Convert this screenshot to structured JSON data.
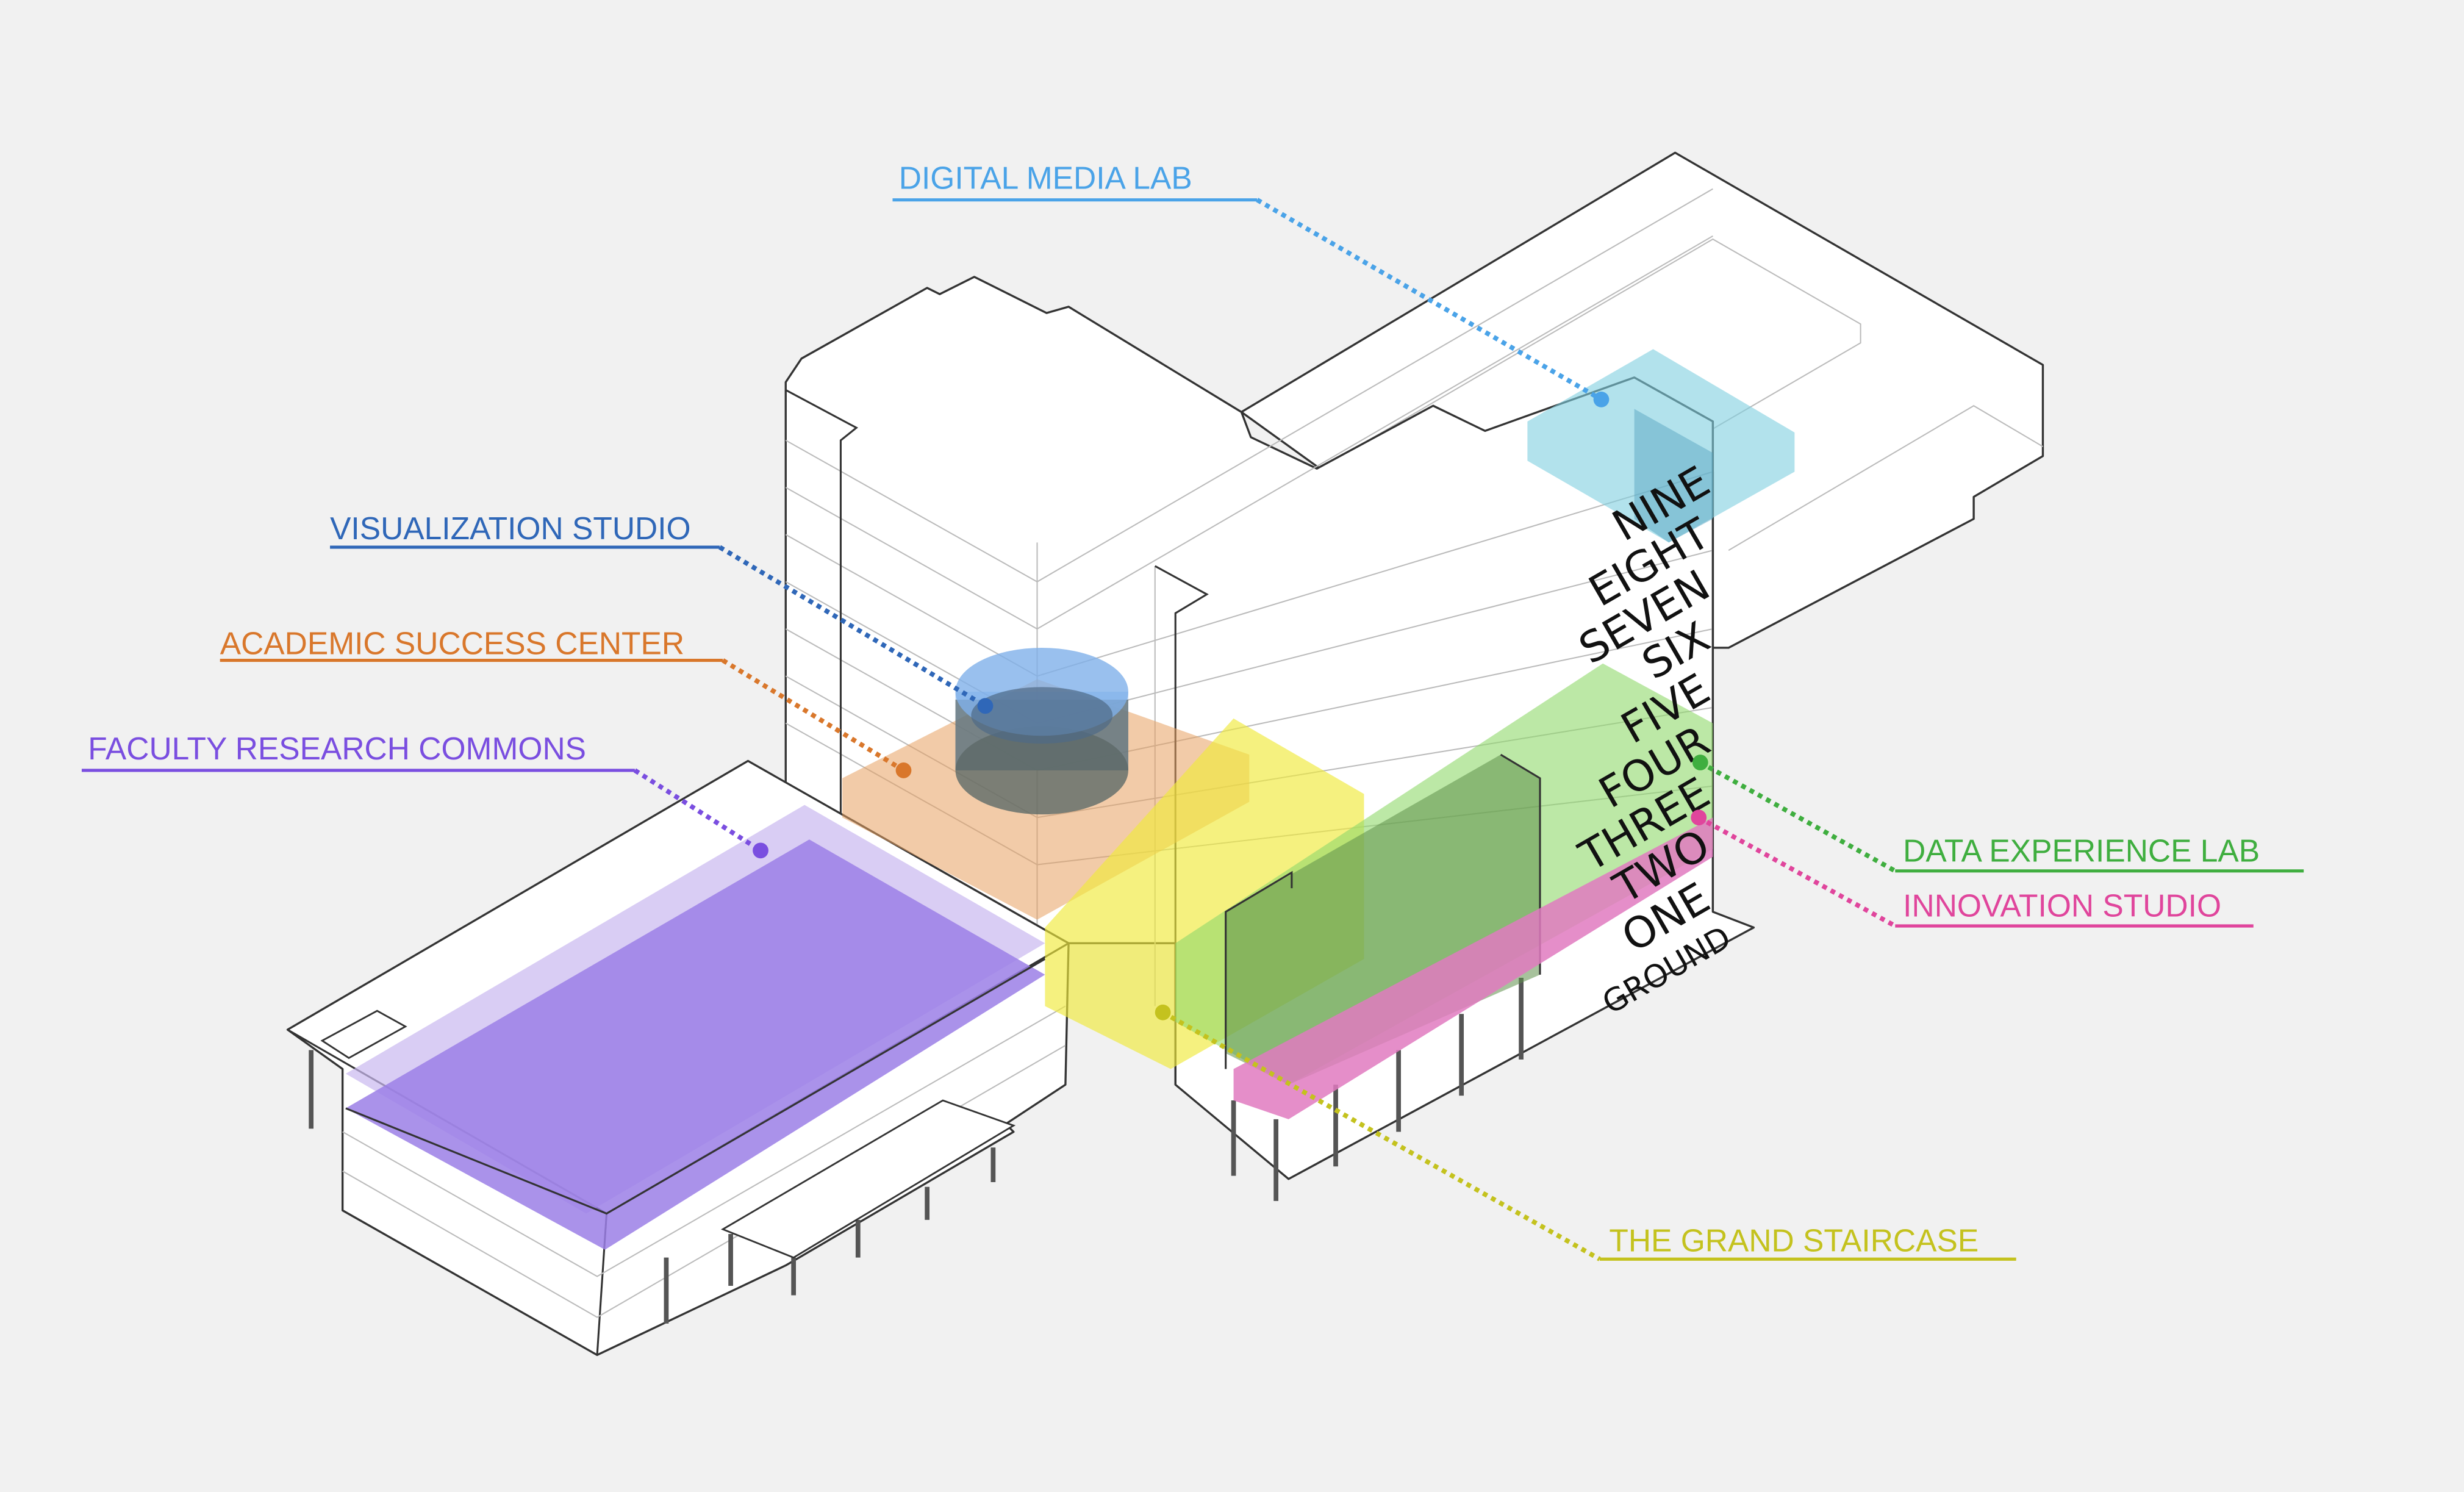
{
  "callouts": [
    {
      "id": "digital-media-lab",
      "label": "DIGITAL MEDIA LAB",
      "color": "#4aa3e8"
    },
    {
      "id": "visualization-studio",
      "label": "VISUALIZATION STUDIO",
      "color": "#2f67b8"
    },
    {
      "id": "academic-success-center",
      "label": "ACADEMIC SUCCESS CENTER",
      "color": "#d9772b"
    },
    {
      "id": "faculty-research-commons",
      "label": "FACULTY RESEARCH COMMONS",
      "color": "#7a4ee0"
    },
    {
      "id": "data-experience-lab",
      "label": "DATA EXPERIENCE LAB",
      "color": "#3fae3f"
    },
    {
      "id": "innovation-studio",
      "label": "INNOVATION STUDIO",
      "color": "#e0459c"
    },
    {
      "id": "grand-staircase",
      "label": "THE GRAND STAIRCASE",
      "color": "#c4c21e"
    }
  ],
  "floors": [
    "NINE",
    "EIGHT",
    "SEVEN",
    "SIX",
    "FIVE",
    "FOUR",
    "THREE",
    "TWO",
    "ONE",
    "GROUND"
  ]
}
